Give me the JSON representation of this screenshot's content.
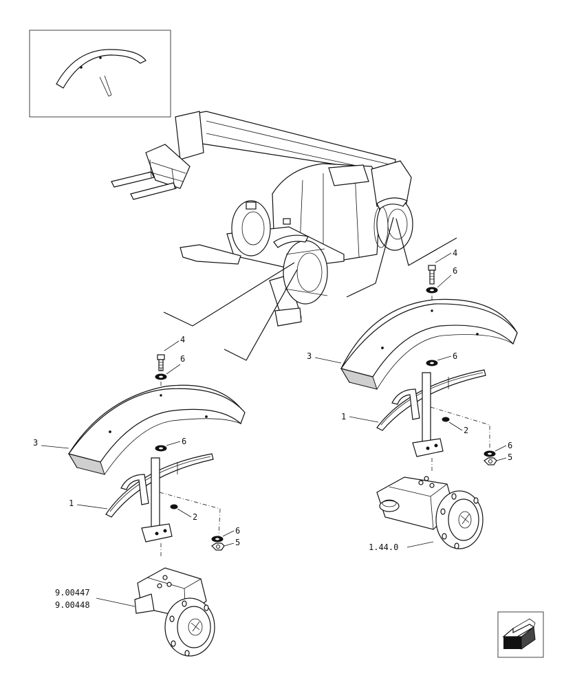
{
  "callouts": {
    "left": {
      "bolt": "4",
      "washer_top": "6",
      "fender": "3",
      "washer_mid": "6",
      "bracket": "1",
      "mount_hole": "2",
      "washer_low": "6",
      "nut": "5",
      "axle_ref_a": "9.00447",
      "axle_ref_b": "9.00448"
    },
    "right": {
      "bolt": "4",
      "washer_top": "6",
      "fender": "3",
      "washer_mid": "6",
      "bracket": "1",
      "mount_hole": "2",
      "washer_low": "6",
      "nut": "5",
      "axle_ref": "1.44.0"
    }
  },
  "icons": {
    "thumbnail": "fender-thumbnail-icon",
    "navigation": "next-page-arrow-icon"
  }
}
